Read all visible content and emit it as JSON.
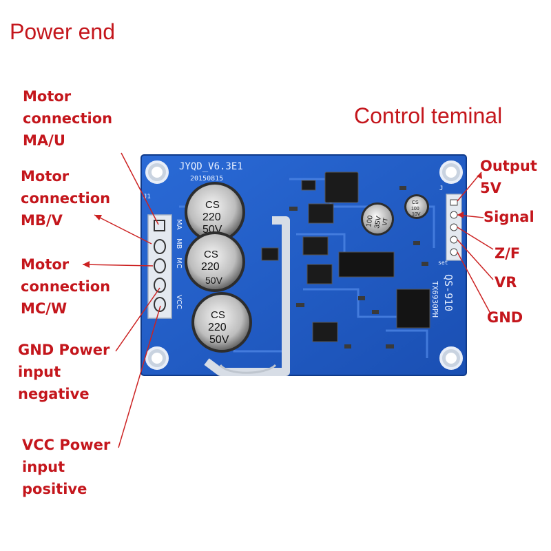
{
  "colors": {
    "label_red": "#c4161c",
    "pcb_blue": "#1d5bc4",
    "pcb_dark": "#163f93",
    "silkscreen": "#e8f0ff",
    "leader_line": "#cc2222"
  },
  "headings": {
    "power_end": "Power end",
    "control_terminal": "Control teminal"
  },
  "left_labels": [
    {
      "lines": [
        "Motor",
        "connection",
        "MA/U"
      ]
    },
    {
      "lines": [
        "Motor",
        "connection",
        "MB/V"
      ]
    },
    {
      "lines": [
        "Motor",
        "connection",
        "MC/W"
      ]
    },
    {
      "lines": [
        "GND Power",
        "input",
        "negative"
      ]
    },
    {
      "lines": [
        "VCC Power",
        "input",
        "positive"
      ]
    }
  ],
  "right_labels": [
    {
      "lines": [
        "Output",
        "5V"
      ]
    },
    {
      "lines": [
        "Signal"
      ]
    },
    {
      "lines": [
        "Z/F"
      ]
    },
    {
      "lines": [
        "VR"
      ]
    },
    {
      "lines": [
        "GND"
      ]
    }
  ],
  "board": {
    "model": "JYQD_V6.3E1",
    "date_code": "20150815",
    "ref_j1": "J1",
    "power_pins": [
      "MA",
      "MB",
      "MC",
      "",
      "VCC"
    ],
    "control_header_ref": "J",
    "control_header_label": "set",
    "product_code": "QS-910",
    "chip_code": "TX6930PH",
    "capacitors": [
      {
        "brand": "CS",
        "value": "220",
        "voltage": "50V"
      },
      {
        "brand": "CS",
        "value": "220",
        "voltage": "50V"
      },
      {
        "brand": "CS",
        "value": "220",
        "voltage": "50V"
      }
    ],
    "small_cap": {
      "brand": "CS",
      "value": "100",
      "voltage": "10V"
    },
    "mid_cap": {
      "value": "100",
      "voltage": "35V",
      "series": "VT"
    }
  }
}
